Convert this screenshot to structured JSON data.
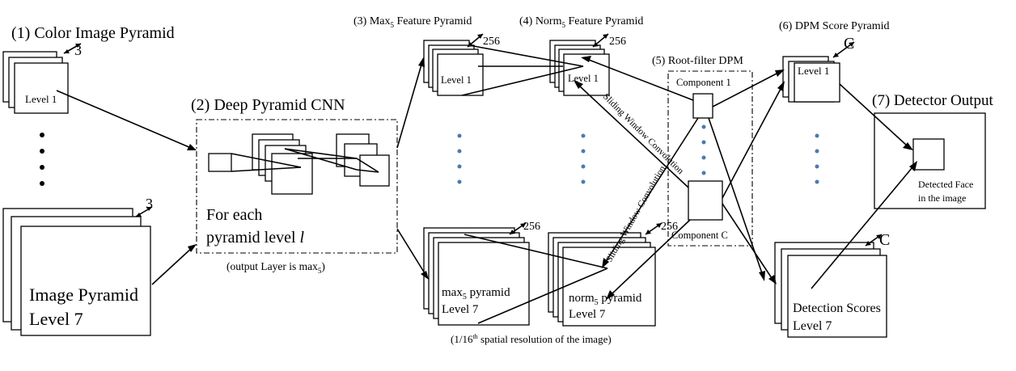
{
  "color_pyramid": {
    "title": "(1) Color Image Pyramid",
    "channels_top": "3",
    "level_first": "Level 1",
    "channels_bottom": "3",
    "level_last_line1": "Image Pyramid",
    "level_last_line2": "Level 7"
  },
  "cnn": {
    "title": "(2) Deep Pyramid CNN",
    "line1": "For each",
    "line2_prefix": "pyramid level ",
    "line2_var": "l",
    "output_prefix": "(output Layer is max",
    "output_sub": "5",
    "output_suffix": ")"
  },
  "max5": {
    "title_num": "(3) Max",
    "title_sub": "5",
    "title_rest": " Feature Pyramid",
    "channels_top": "256",
    "level_first": "Level 1",
    "channels_bottom": "256",
    "bottom_word": "max",
    "bottom_sub": "5",
    "bottom_rest": "  pyramid",
    "level_last": "Level 7"
  },
  "norm5": {
    "title_num": "(4) Norm",
    "title_sub": "5",
    "title_rest": " Feature Pyramid",
    "channels_top": "256",
    "level_first": "Level 1",
    "channels_bottom": "256",
    "bottom_word": "norm",
    "bottom_sub": "5",
    "bottom_rest": " pyramid",
    "level_last": "Level 7"
  },
  "resolution_note": {
    "prefix": "(1/16",
    "sup": "th",
    "suffix": " spatial resolution of the image)"
  },
  "dpm": {
    "title": "(5) Root-filter DPM",
    "component_first": "Component 1",
    "component_last": "Component C"
  },
  "sliding_window": {
    "label_a": "Sliding Window Convolution",
    "label_b": "Sliding Window Convolution"
  },
  "score_pyramid": {
    "title": "(6) DPM Score Pyramid",
    "channels_top": "C",
    "level_first": "Level 1",
    "channels_bottom": "C",
    "level_last_line1": "Detection Scores",
    "level_last_line2": "Level 7"
  },
  "detector": {
    "title": "(7) Detector Output",
    "label_line1": "Detected Face",
    "label_line2": "in the image"
  }
}
